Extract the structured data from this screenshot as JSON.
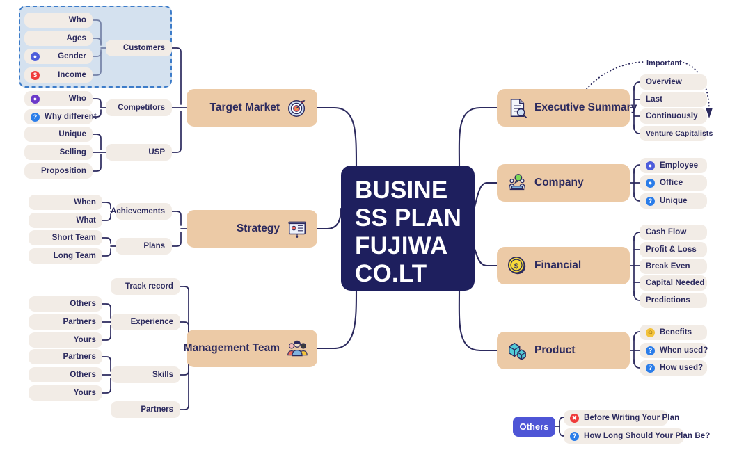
{
  "center": {
    "title": "BUSINESS PLAN FUJIWA CO.LT"
  },
  "annotation": {
    "important_label": "Important"
  },
  "left": {
    "branches": [
      {
        "id": "target-market",
        "label": "Target Market",
        "icon": "target-icon",
        "groups": [
          {
            "label": "Customers",
            "items": [
              {
                "label": "Who",
                "icon": null
              },
              {
                "label": "Ages",
                "icon": null
              },
              {
                "label": "Gender",
                "icon": "person-icon"
              },
              {
                "label": "Income",
                "icon": "money-icon"
              }
            ]
          },
          {
            "label": "Competitors",
            "items": [
              {
                "label": "Who",
                "icon": "person-purple-icon"
              },
              {
                "label": "Why different",
                "icon": "question-icon"
              }
            ]
          },
          {
            "label": "USP",
            "items": [
              {
                "label": "Unique",
                "icon": null
              },
              {
                "label": "Selling",
                "icon": null
              },
              {
                "label": "Proposition",
                "icon": null
              }
            ]
          }
        ]
      },
      {
        "id": "strategy",
        "label": "Strategy",
        "icon": "presentation-icon",
        "groups": [
          {
            "label": "Achievements",
            "items": [
              {
                "label": "When",
                "icon": null
              },
              {
                "label": "What",
                "icon": null
              }
            ]
          },
          {
            "label": "Plans",
            "items": [
              {
                "label": "Short Team",
                "icon": null
              },
              {
                "label": "Long Team",
                "icon": null
              }
            ]
          }
        ]
      },
      {
        "id": "management-team",
        "label": "Management Team",
        "icon": "people-icon",
        "groups": [
          {
            "label": "Track record",
            "items": []
          },
          {
            "label": "Experience",
            "items": [
              {
                "label": "Others",
                "icon": null
              },
              {
                "label": "Partners",
                "icon": null
              },
              {
                "label": "Yours",
                "icon": null
              }
            ]
          },
          {
            "label": "Skills",
            "items": [
              {
                "label": "Partners",
                "icon": null
              },
              {
                "label": "Others",
                "icon": null
              },
              {
                "label": "Yours",
                "icon": null
              }
            ]
          },
          {
            "label": "Partners",
            "items": []
          }
        ]
      }
    ]
  },
  "right": {
    "branches": [
      {
        "id": "executive-summary",
        "label": "Executive Summary",
        "icon": "document-search-icon",
        "items": [
          {
            "label": "Overview",
            "icon": null
          },
          {
            "label": "Last",
            "icon": null
          },
          {
            "label": "Continuously",
            "icon": null
          },
          {
            "label": "Venture Capitalists",
            "icon": null
          }
        ]
      },
      {
        "id": "company",
        "label": "Company",
        "icon": "meeting-icon",
        "items": [
          {
            "label": "Employee",
            "icon": "person-icon"
          },
          {
            "label": "Office",
            "icon": "globe-icon"
          },
          {
            "label": "Unique",
            "icon": "question-icon"
          }
        ]
      },
      {
        "id": "financial",
        "label": "Financial",
        "icon": "coin-icon",
        "items": [
          {
            "label": "Cash Flow",
            "icon": null
          },
          {
            "label": "Profit & Loss",
            "icon": null
          },
          {
            "label": "Break Even",
            "icon": null
          },
          {
            "label": "Capital Needed",
            "icon": null
          },
          {
            "label": "Predictions",
            "icon": null
          }
        ]
      },
      {
        "id": "product",
        "label": "Product",
        "icon": "boxes-icon",
        "items": [
          {
            "label": "Benefits",
            "icon": "smile-icon"
          },
          {
            "label": "When used?",
            "icon": "question-icon"
          },
          {
            "label": "How used?",
            "icon": "question-icon"
          }
        ]
      }
    ]
  },
  "others": {
    "label": "Others",
    "items": [
      {
        "label": "Before Writing Your Plan",
        "icon": "alert-icon"
      },
      {
        "label": "How Long Should Your Plan Be?",
        "icon": "question-icon"
      }
    ]
  },
  "colors": {
    "center_bg": "#1e1f5e",
    "main_node_bg": "#eccaa6",
    "leaf_bg": "#f2ece6",
    "text": "#2c2a5e",
    "wire": "#2c2a5e",
    "selection_border": "#3d7cc9",
    "others_bg": "#4e55d6"
  }
}
